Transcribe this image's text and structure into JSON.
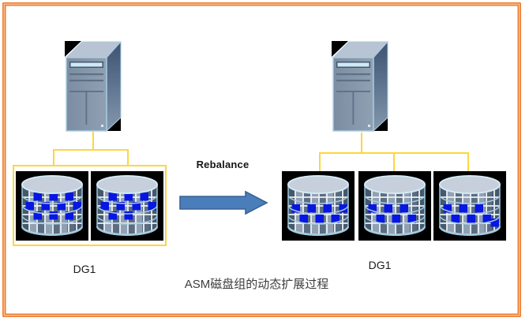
{
  "diagram": {
    "title": "ASM磁盘组的动态扩展过程",
    "rebalance_label": "Rebalance",
    "groups": [
      {
        "id": "left",
        "label": "DG1",
        "disk_count": 2
      },
      {
        "id": "right",
        "label": "DG1",
        "disk_count": 3
      }
    ],
    "icons": [
      "server-icon",
      "disk-icon",
      "rebalance-arrow-icon"
    ],
    "colors": {
      "frame_border": "#ED7D31",
      "connector_yellow": "#FFD53F",
      "group_box_yellow": "#FFD53F",
      "arrow_fill": "#4A7EBB",
      "arrow_stroke": "#3A6394",
      "block_blue": "#0716E3",
      "disk_background": "#000000",
      "cylinder_top": "#C6CFDB",
      "title_text": "#3D3D3D"
    },
    "disks": [
      {
        "group": "left",
        "row_y": [
          27,
          39,
          51
        ],
        "blocks": [
          [
            0,
            1
          ],
          [
            0,
            3
          ],
          [
            0,
            5
          ],
          [
            1,
            0
          ],
          [
            1,
            2
          ],
          [
            1,
            4
          ],
          [
            1,
            6
          ],
          [
            2,
            1
          ],
          [
            2,
            3
          ],
          [
            2,
            5
          ]
        ]
      },
      {
        "group": "left",
        "row_y": [
          27,
          39,
          51
        ],
        "blocks": [
          [
            0,
            1
          ],
          [
            0,
            3
          ],
          [
            0,
            5
          ],
          [
            1,
            0
          ],
          [
            1,
            2
          ],
          [
            1,
            4
          ],
          [
            1,
            6
          ],
          [
            2,
            1
          ],
          [
            2,
            3
          ]
        ]
      },
      {
        "group": "right",
        "row_y": [
          42,
          55,
          60
        ],
        "blocks": [
          [
            0,
            0
          ],
          [
            0,
            2
          ],
          [
            0,
            4
          ],
          [
            0,
            6
          ],
          [
            1,
            1
          ],
          [
            1,
            3
          ],
          [
            1,
            5
          ]
        ]
      },
      {
        "group": "right",
        "row_y": [
          42,
          55,
          60
        ],
        "blocks": [
          [
            0,
            0
          ],
          [
            0,
            2
          ],
          [
            0,
            4
          ],
          [
            1,
            1
          ],
          [
            1,
            3
          ],
          [
            1,
            5
          ]
        ]
      },
      {
        "group": "right",
        "row_y": [
          42,
          55,
          60
        ],
        "blocks": [
          [
            0,
            0
          ],
          [
            0,
            2
          ],
          [
            0,
            4
          ],
          [
            1,
            1
          ],
          [
            1,
            3
          ],
          [
            1,
            5
          ],
          [
            2,
            6
          ]
        ]
      }
    ]
  }
}
